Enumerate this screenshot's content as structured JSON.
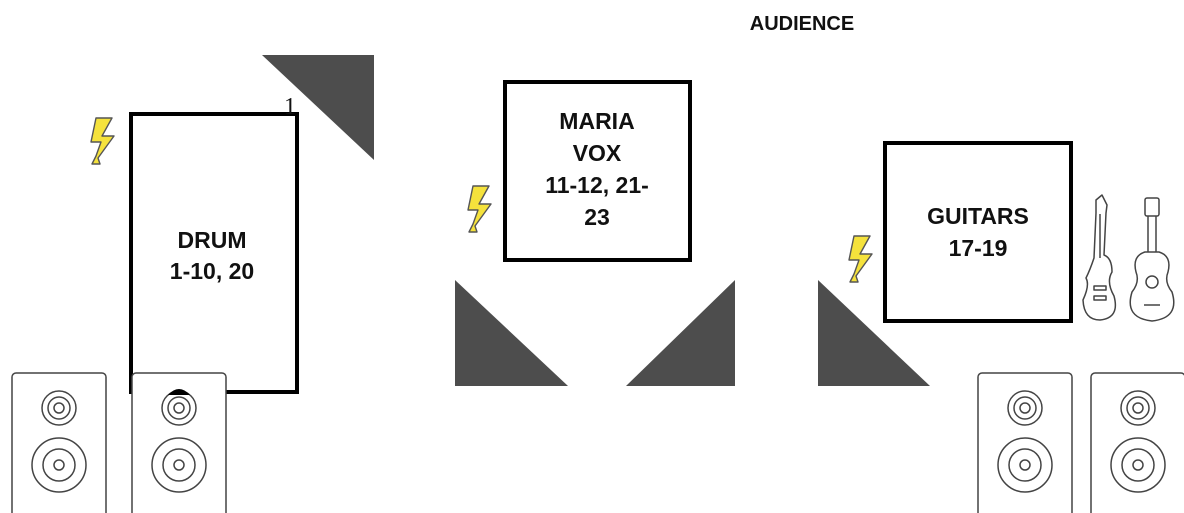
{
  "audience_label": "AUDIENCE",
  "zones": {
    "drum": {
      "line1": "DRUM",
      "line2": "1-10, 20"
    },
    "vox": {
      "line1": "MARIA",
      "line2": "VOX",
      "line3": "11-12, 21-",
      "line4": "23"
    },
    "guitars": {
      "line1": "GUITARS",
      "line2": "17-19"
    }
  },
  "monitor_number": "1",
  "colors": {
    "wedge": "#4d4d4d",
    "power": "#f5e23c",
    "power_outline": "#555555",
    "outline": "#000000"
  },
  "icons": [
    "power-icon",
    "monitor-wedge-icon",
    "speaker-icon",
    "electric-guitar-icon",
    "acoustic-guitar-icon"
  ]
}
